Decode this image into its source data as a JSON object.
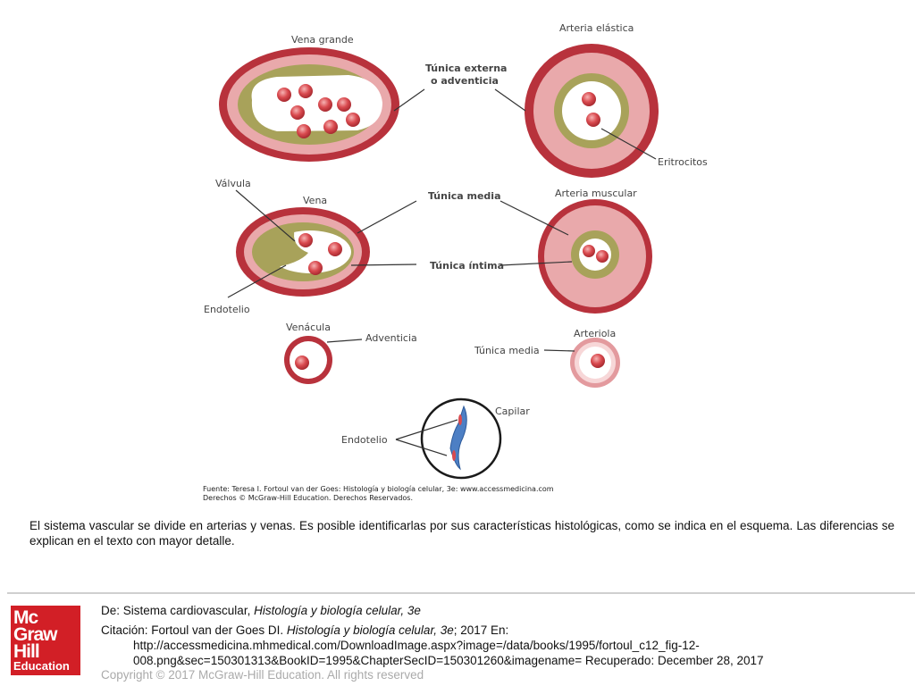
{
  "figure": {
    "labels": {
      "vena_grande": "Vena grande",
      "arteria_elastica": "Arteria elástica",
      "tunica_externa_1": "Túnica externa",
      "tunica_externa_2": "o adventicia",
      "eritrocitos": "Eritrocitos",
      "valvula": "Válvula",
      "vena": "Vena",
      "tunica_media": "Túnica media",
      "arteria_muscular": "Arteria muscular",
      "tunica_intima": "Túnica íntima",
      "endotelio_1": "Endotelio",
      "venacula": "Venácula",
      "adventicia": "Adventicia",
      "arteriola": "Arteriola",
      "tunica_media_2": "Túnica media",
      "capilar": "Capilar",
      "endotelio_2": "Endotelio"
    },
    "source_line1": "Fuente: Teresa I. Fortoul van der Goes: Histología y biología celular, 3e: www.accessmedicina.com",
    "source_line2": "Derechos © McGraw-Hill Education. Derechos Reservados.",
    "colors": {
      "outer_red": "#b8323c",
      "pink": "#e9a9ab",
      "olive": "#a8a25a",
      "lumen": "#ffffff",
      "cell": "#d94a4f",
      "endothelium_blue": "#4d7fc4"
    }
  },
  "caption": "El sistema vascular se divide en arterias y venas. Es posible identificarlas por sus características histológicas, como se indica en el esquema. Las diferencias se explican en el texto con mayor detalle.",
  "footer": {
    "logo": {
      "l1": "Mc",
      "l2": "Graw",
      "l3": "Hill",
      "l4": "Education"
    },
    "de_prefix": "De: Sistema cardiovascular, ",
    "de_book": "Histología y biología celular, 3e",
    "citation_prefix": "Citación: Fortoul van der Goes DI. ",
    "citation_book": "Histología y biología celular, 3e",
    "citation_suffix": "; 2017 En:",
    "citation_url1": "http://accessmedicina.mhmedical.com/DownloadImage.aspx?image=/data/books/1995/fortoul_c12_fig-12-",
    "citation_url2": "008.png&sec=150301313&BookID=1995&ChapterSecID=150301260&imagename= Recuperado: December 28, 2017",
    "copyright": "Copyright © 2017 McGraw-Hill Education. All rights reserved"
  }
}
